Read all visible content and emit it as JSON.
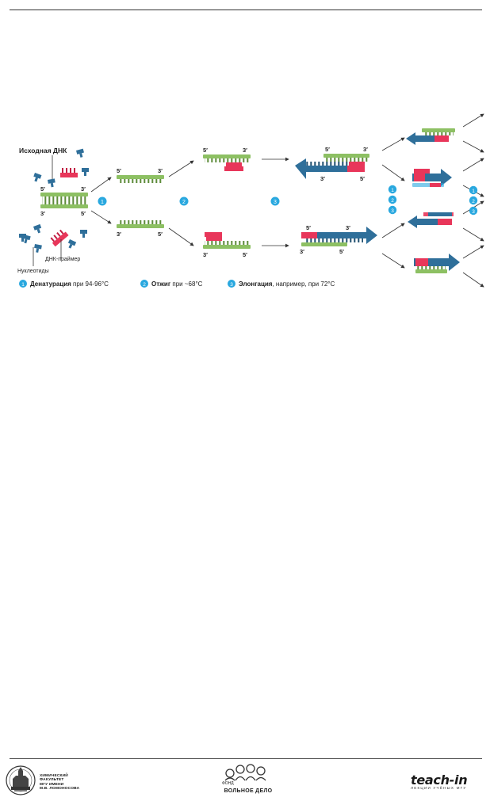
{
  "diagram": {
    "source_dna": "Исходная ДНК",
    "primer": "ДНК-праймер",
    "nucleotides": "Нуклеотиды",
    "end5": "5′",
    "end3": "3′",
    "steps": [
      {
        "num": "1",
        "title": "Денатурация",
        "rest": " при 94-96°C"
      },
      {
        "num": "2",
        "title": "Отжиг",
        "rest": " при ~68°C"
      },
      {
        "num": "3",
        "title": "Элонгация",
        "rest": ", например, при 72°C"
      }
    ]
  },
  "footer": {
    "left_lines": [
      "ХИМИЧЕСКИЙ",
      "ФАКУЛЬТЕТ",
      "МГУ ИМЕНИ",
      "М.В. ЛОМОНОСОВА"
    ],
    "center_small": "ФОНД",
    "center_name": "ВОЛЬНОЕ ДЕЛО",
    "right_brand": "teach-in",
    "right_sub": "ЛЕКЦИИ УЧЁНЫХ МГУ"
  },
  "colors": {
    "green": "#8dc063",
    "red": "#e8365a",
    "blue": "#2f6f9a",
    "cyan": "#29a8df"
  }
}
